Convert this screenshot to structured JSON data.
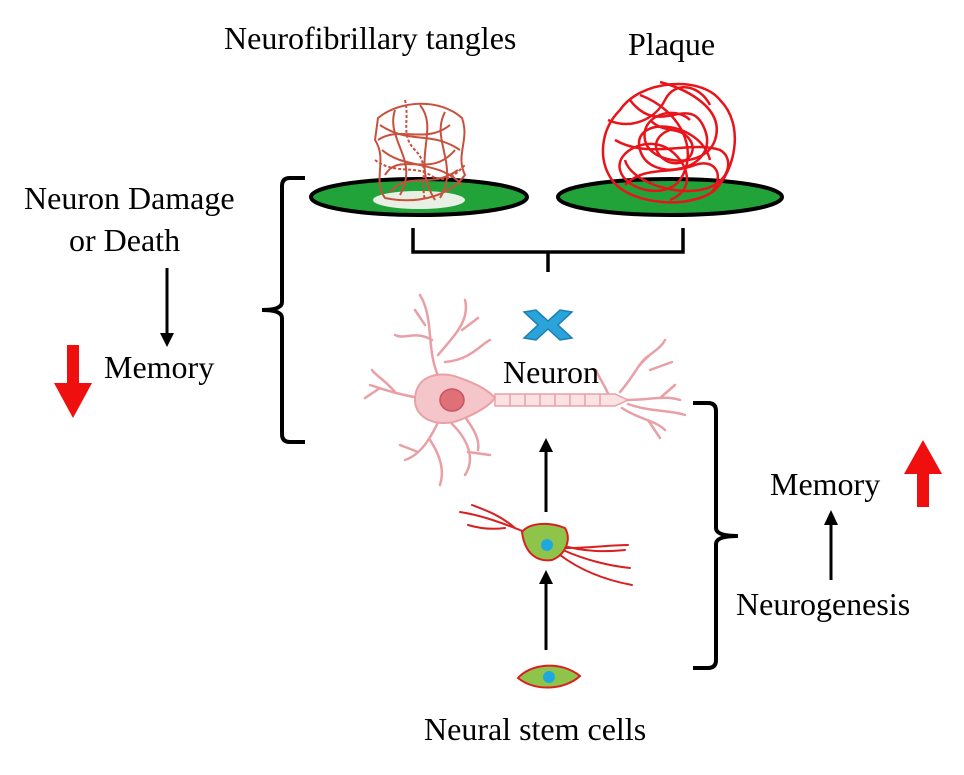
{
  "labels": {
    "tangles": "Neurofibrillary tangles",
    "plaque": "Plaque",
    "damage_line1": "Neuron Damage",
    "damage_line2": "or Death",
    "memory_left": "Memory",
    "neuron": "Neuron",
    "memory_right": "Memory",
    "neurogenesis": "Neurogenesis",
    "stem_cells": "Neural stem cells"
  },
  "colors": {
    "disc_fill": "#22a33a",
    "plaque_red": "#e8141a",
    "tangle_red": "#c8503c",
    "neuron_pink": "#f0b8bc",
    "nucleus_red": "#e07078",
    "cross_blue": "#29a3d9",
    "cell_green": "#8fc44a",
    "cell_outline": "#d82020",
    "cell_nucleus": "#1fa8e0",
    "arrow_red": "#f00f0f"
  },
  "icons": {
    "inhibit": "blue-cross-icon",
    "decrease": "red-down-arrow-icon",
    "increase": "red-up-arrow-icon"
  }
}
